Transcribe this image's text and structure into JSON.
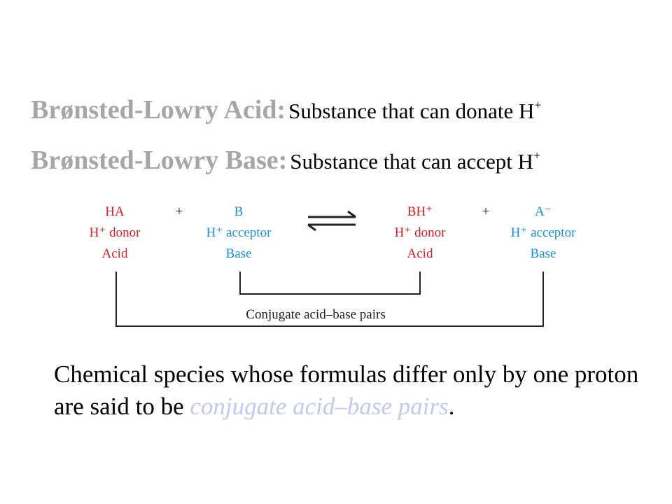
{
  "definitions": {
    "acid": {
      "term": "Brønsted-Lowry Acid:",
      "text": "Substance that can donate H",
      "sup": "+"
    },
    "base": {
      "term": "Brønsted-Lowry Base:",
      "text": "Substance that can accept H",
      "sup": "+"
    }
  },
  "reaction": {
    "species": [
      {
        "formula": "HA",
        "role": "H⁺ donor",
        "type": "Acid",
        "color": "#cc2027"
      },
      {
        "formula": "B",
        "role": "H⁺ acceptor",
        "type": "Base",
        "color": "#1a8fd1"
      },
      {
        "formula": "BH⁺",
        "role": "H⁺ donor",
        "type": "Acid",
        "color": "#cc2027"
      },
      {
        "formula": "A⁻",
        "role": "H⁺ acceptor",
        "type": "Base",
        "color": "#1a8fd1"
      }
    ],
    "plus": "+",
    "pair_label": "Conjugate acid–base pairs"
  },
  "explanation": {
    "text_before": "Chemical species whose formulas differ only by one proton are said to be ",
    "highlight": "conjugate acid–base pairs",
    "text_after": "."
  }
}
